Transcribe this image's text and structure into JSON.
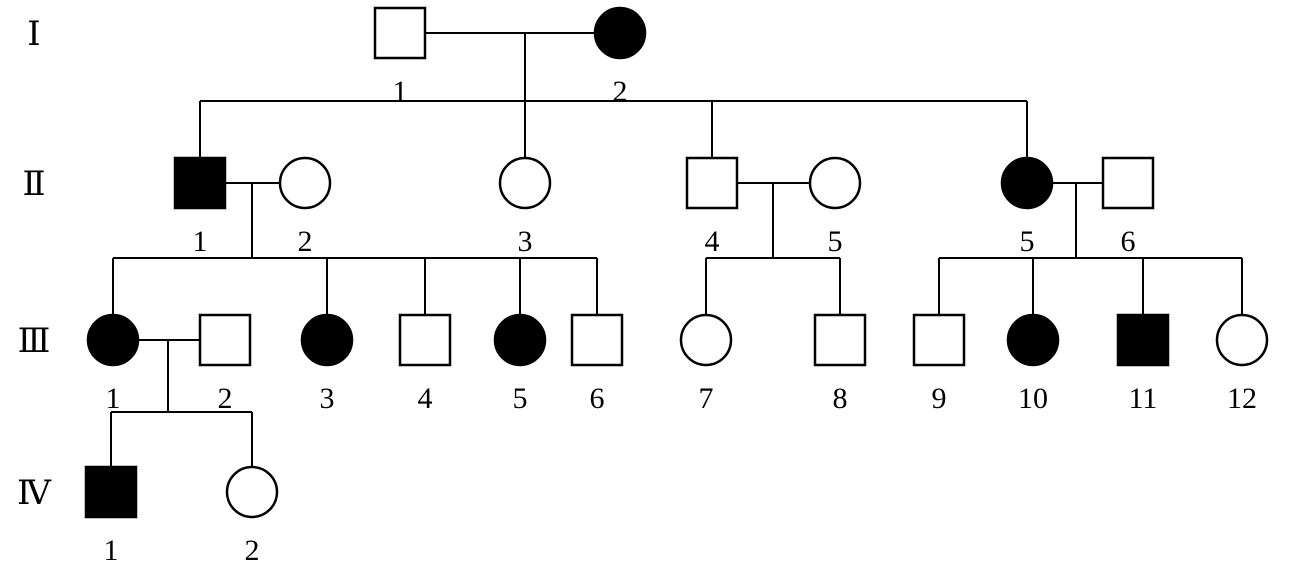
{
  "generations": [
    {
      "id": "I",
      "label": "Ⅰ"
    },
    {
      "id": "II",
      "label": "Ⅱ"
    },
    {
      "id": "III",
      "label": "Ⅲ"
    },
    {
      "id": "IV",
      "label": "Ⅳ"
    }
  ],
  "individuals": [
    {
      "id": "I-1",
      "gen": "I",
      "label": "1",
      "sex": "male",
      "affected": false
    },
    {
      "id": "I-2",
      "gen": "I",
      "label": "2",
      "sex": "female",
      "affected": true
    },
    {
      "id": "II-1",
      "gen": "II",
      "label": "1",
      "sex": "male",
      "affected": true
    },
    {
      "id": "II-2",
      "gen": "II",
      "label": "2",
      "sex": "female",
      "affected": false
    },
    {
      "id": "II-3",
      "gen": "II",
      "label": "3",
      "sex": "female",
      "affected": false
    },
    {
      "id": "II-4",
      "gen": "II",
      "label": "4",
      "sex": "male",
      "affected": false
    },
    {
      "id": "II-5w",
      "gen": "II",
      "label": "5",
      "sex": "female",
      "affected": false
    },
    {
      "id": "II-5",
      "gen": "II",
      "label": "5",
      "sex": "female",
      "affected": true
    },
    {
      "id": "II-6",
      "gen": "II",
      "label": "6",
      "sex": "male",
      "affected": false
    },
    {
      "id": "III-1",
      "gen": "III",
      "label": "1",
      "sex": "female",
      "affected": true
    },
    {
      "id": "III-2",
      "gen": "III",
      "label": "2",
      "sex": "male",
      "affected": false
    },
    {
      "id": "III-3",
      "gen": "III",
      "label": "3",
      "sex": "female",
      "affected": true
    },
    {
      "id": "III-4",
      "gen": "III",
      "label": "4",
      "sex": "male",
      "affected": false
    },
    {
      "id": "III-5",
      "gen": "III",
      "label": "5",
      "sex": "female",
      "affected": true
    },
    {
      "id": "III-6",
      "gen": "III",
      "label": "6",
      "sex": "male",
      "affected": false
    },
    {
      "id": "III-7",
      "gen": "III",
      "label": "7",
      "sex": "female",
      "affected": false
    },
    {
      "id": "III-8",
      "gen": "III",
      "label": "8",
      "sex": "male",
      "affected": false
    },
    {
      "id": "III-9",
      "gen": "III",
      "label": "9",
      "sex": "male",
      "affected": false
    },
    {
      "id": "III-10",
      "gen": "III",
      "label": "10",
      "sex": "female",
      "affected": true
    },
    {
      "id": "III-11",
      "gen": "III",
      "label": "11",
      "sex": "male",
      "affected": true
    },
    {
      "id": "III-12",
      "gen": "III",
      "label": "12",
      "sex": "female",
      "affected": false
    },
    {
      "id": "IV-1",
      "gen": "IV",
      "label": "1",
      "sex": "male",
      "affected": true
    },
    {
      "id": "IV-2",
      "gen": "IV",
      "label": "2",
      "sex": "female",
      "affected": false
    }
  ],
  "families": [
    {
      "parents": [
        "I-1",
        "I-2"
      ],
      "children": [
        "II-1",
        "II-3",
        "II-4",
        "II-5"
      ]
    },
    {
      "parents": [
        "II-1",
        "II-2"
      ],
      "children": [
        "III-1",
        "III-3",
        "III-4",
        "III-5",
        "III-6"
      ]
    },
    {
      "parents": [
        "II-4",
        "II-5w"
      ],
      "children": [
        "III-7",
        "III-8"
      ]
    },
    {
      "parents": [
        "II-5",
        "II-6"
      ],
      "children": [
        "III-9",
        "III-10",
        "III-11",
        "III-12"
      ]
    },
    {
      "parents": [
        "III-1",
        "III-2"
      ],
      "children": [
        "IV-1",
        "IV-2"
      ]
    }
  ],
  "colors": {
    "affected": "#000000",
    "unaffected": "#ffffff",
    "line": "#000000"
  }
}
